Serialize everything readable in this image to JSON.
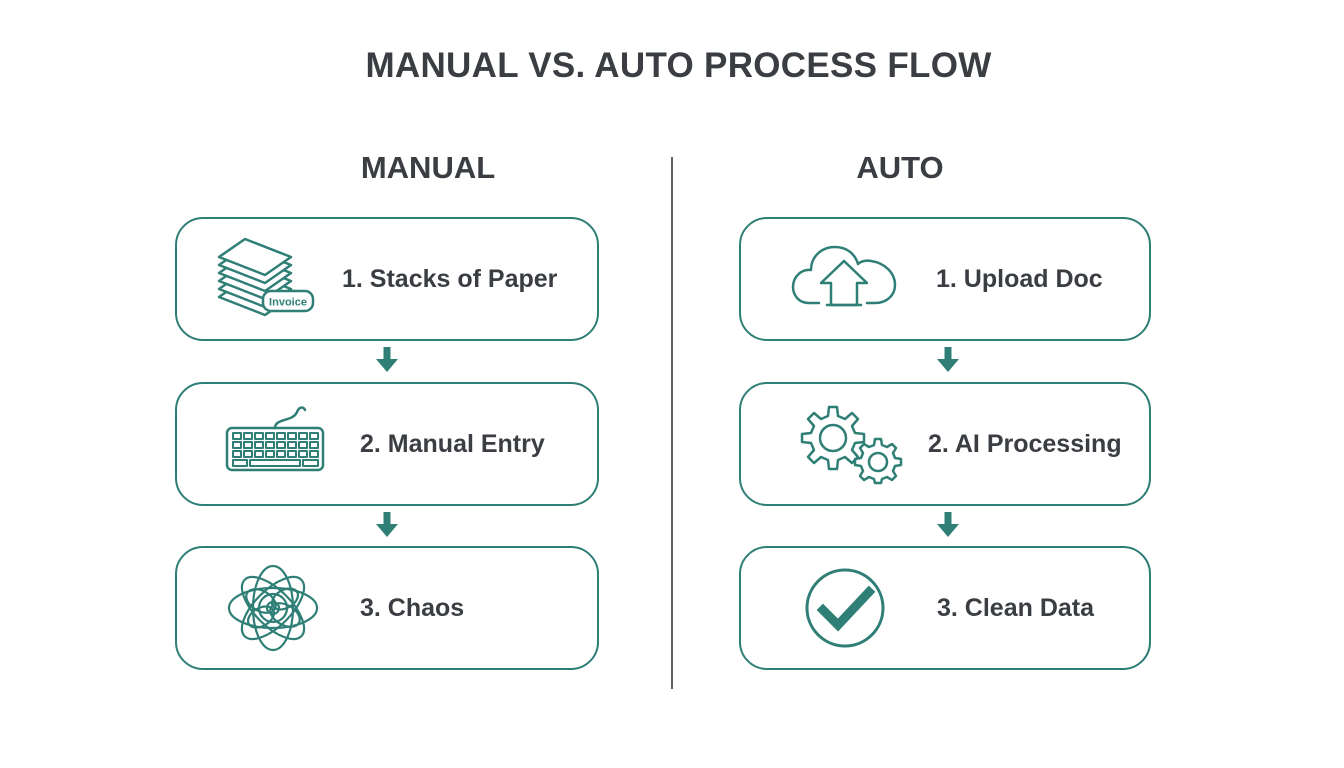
{
  "title": "MANUAL VS. AUTO PROCESS FLOW",
  "colors": {
    "accent": "#2f7f76",
    "text": "#3a3d42",
    "divider": "#5e6166"
  },
  "manual": {
    "heading": "MANUAL",
    "steps": [
      {
        "label": "1. Stacks of Paper",
        "icon": "paper-stack-icon",
        "icon_text": "Invoice"
      },
      {
        "label": "2. Manual Entry",
        "icon": "keyboard-icon"
      },
      {
        "label": "3. Chaos",
        "icon": "tangled-loops-icon"
      }
    ]
  },
  "auto": {
    "heading": "AUTO",
    "steps": [
      {
        "label": "1. Upload Doc",
        "icon": "cloud-upload-icon"
      },
      {
        "label": "2. AI Processing",
        "icon": "gears-icon"
      },
      {
        "label": "3. Clean Data",
        "icon": "checkmark-circle-icon"
      }
    ]
  }
}
